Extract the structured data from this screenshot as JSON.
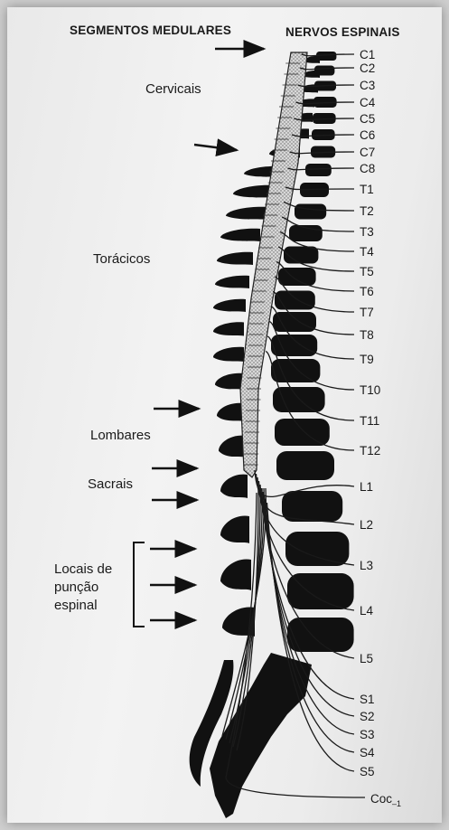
{
  "header": {
    "left": "SEGMENTOS MEDULARES",
    "right": "NERVOS ESPINAIS"
  },
  "regions": {
    "cervical": "Cervicais",
    "thoracic": "Torácicos",
    "lumbar": "Lombares",
    "sacral": "Sacrais",
    "puncture": "Locais de\npunção\nespinal"
  },
  "nerves": [
    "C1",
    "C2",
    "C3",
    "C4",
    "C5",
    "C6",
    "C7",
    "C8",
    "T1",
    "T2",
    "T3",
    "T4",
    "T5",
    "T6",
    "T7",
    "T8",
    "T9",
    "T10",
    "T11",
    "T12",
    "L1",
    "L2",
    "L3",
    "L4",
    "L5",
    "S1",
    "S2",
    "S3",
    "S4",
    "S5"
  ],
  "coccygeal": {
    "base": "Coc",
    "subscript": "–1"
  },
  "colors": {
    "ink": "#111111",
    "paper": "#efefef"
  }
}
